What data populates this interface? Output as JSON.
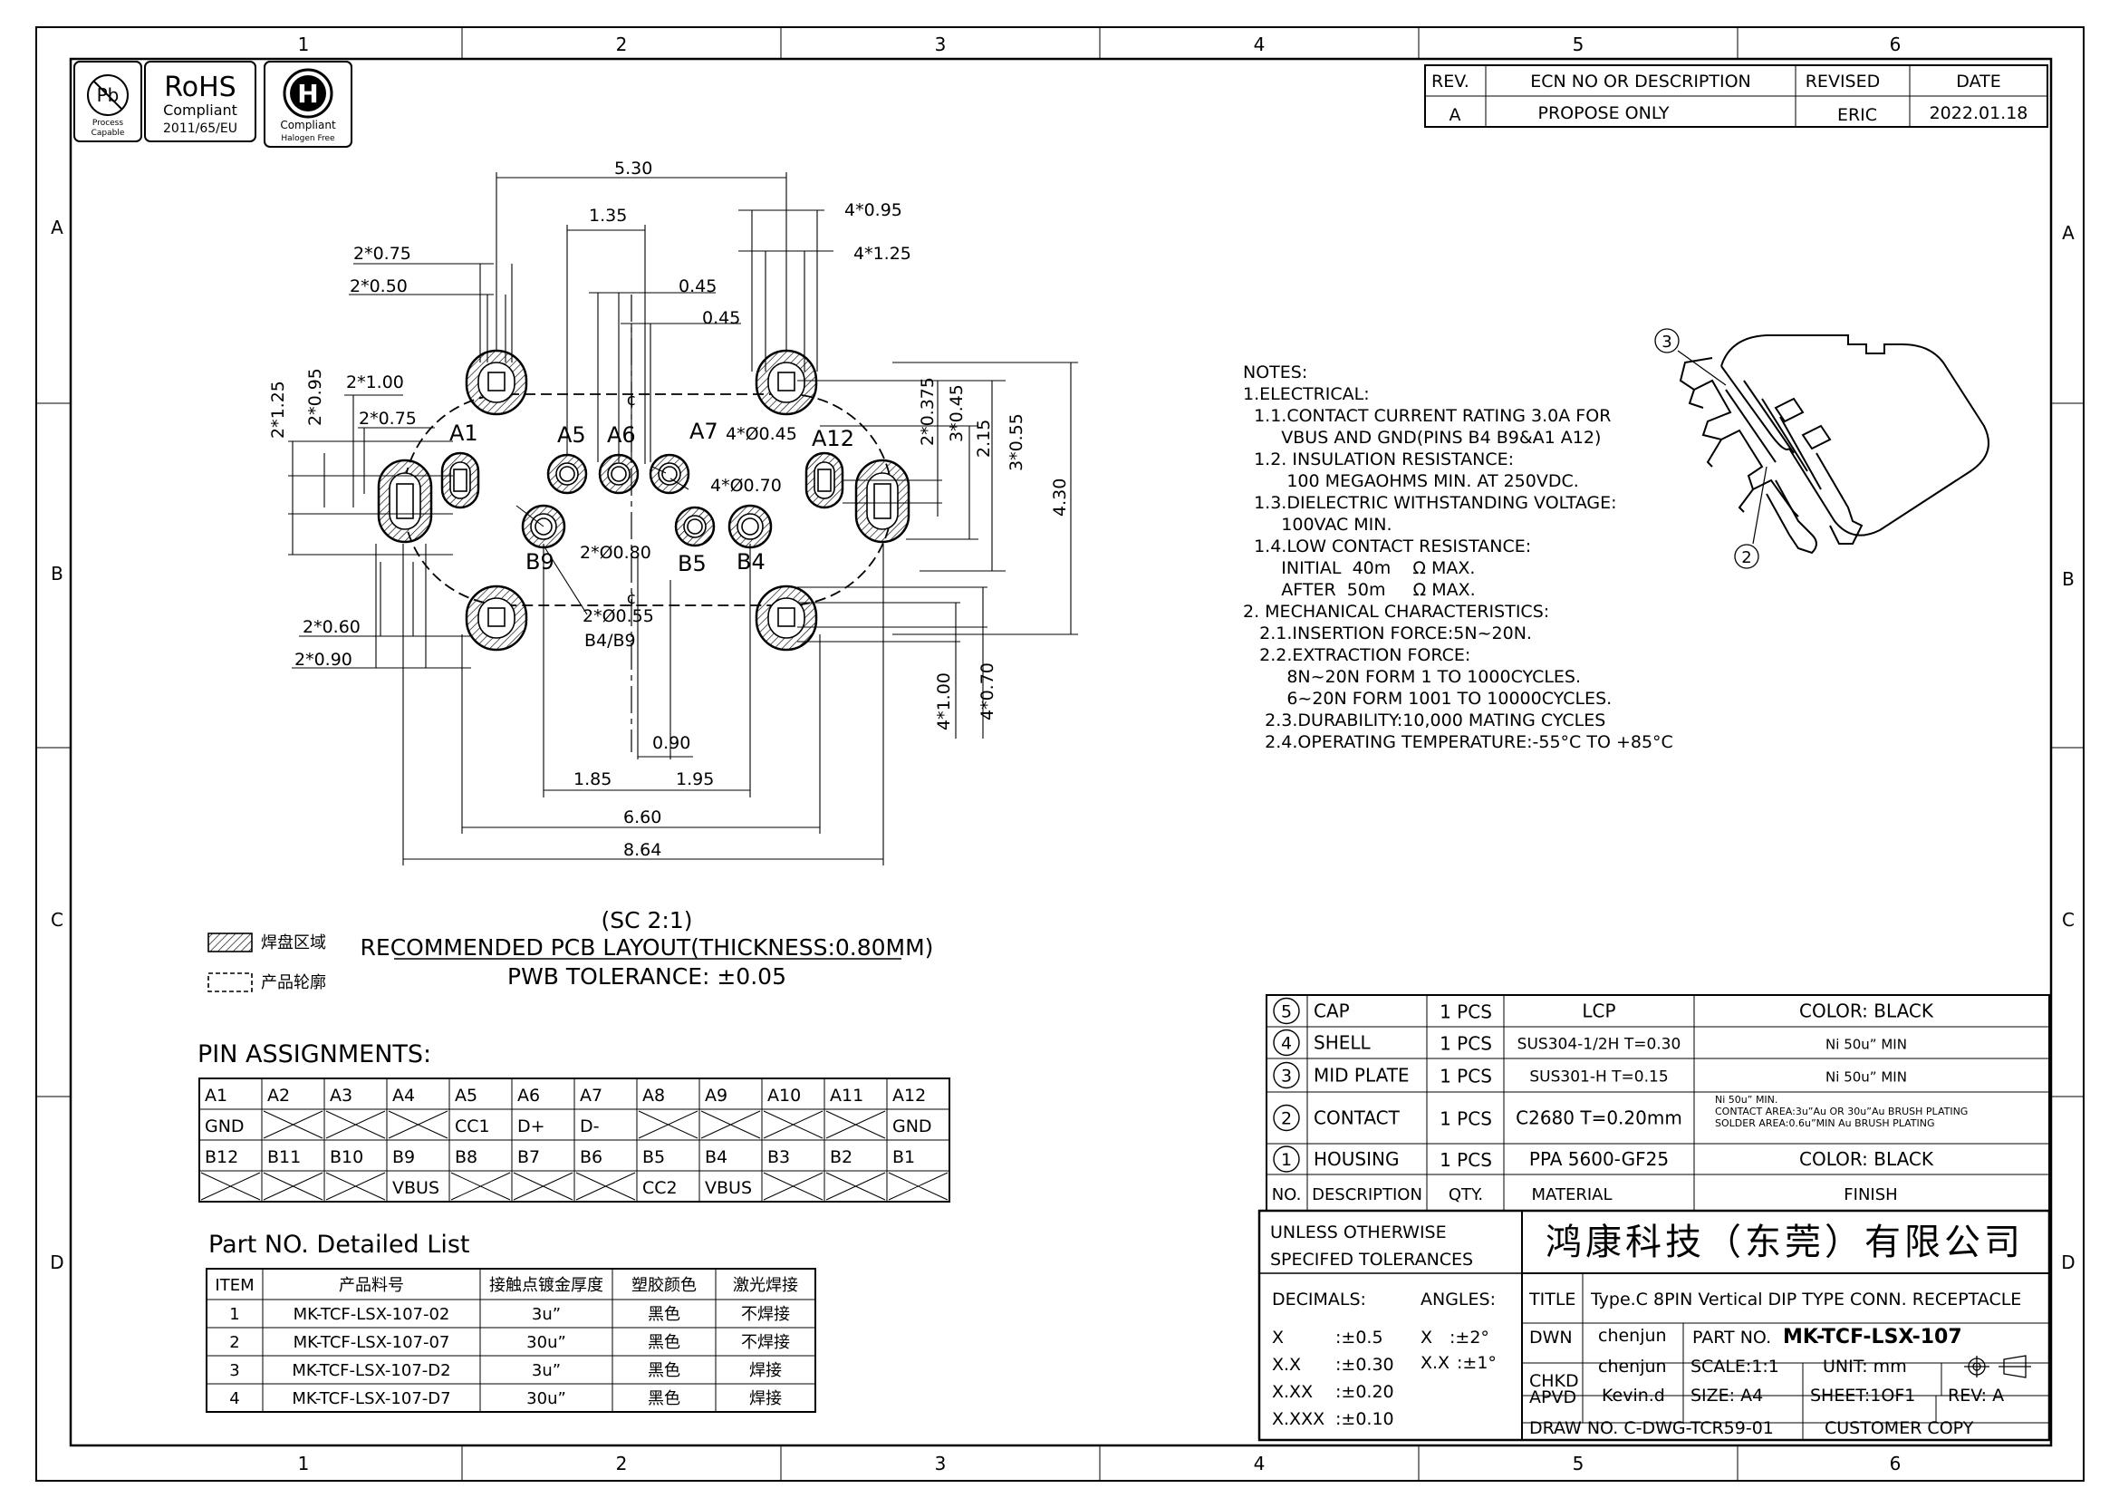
{
  "border": {
    "top_numbers": [
      "1",
      "2",
      "3",
      "4",
      "5",
      "6"
    ],
    "side_letters": [
      "A",
      "B",
      "C",
      "D"
    ]
  },
  "logos": {
    "pb": {
      "symbol": "Pb",
      "line1": "Process",
      "line2": "Capable"
    },
    "rohs": {
      "title": "RoHS",
      "line1": "Compliant",
      "line2": "2011/65/EU"
    },
    "halogen": {
      "symbol": "H",
      "line1": "Compliant",
      "line2": "Halogen Free"
    }
  },
  "revision_table": {
    "headers": [
      "REV.",
      "ECN NO OR DESCRIPTION",
      "REVISED",
      "DATE"
    ],
    "row": [
      "A",
      "PROPOSE ONLY",
      "ERIC",
      "2022.01.18"
    ]
  },
  "pcb_layout": {
    "dims": {
      "d_530": "5.30",
      "d_135": "1.35",
      "d_4x095": "4*0.95",
      "d_4x125": "4*1.25",
      "d_2x075_top": "2*0.75",
      "d_2x050": "2*0.50",
      "d_045a": "0.45",
      "d_045b": "0.45",
      "d_2x125": "2*1.25",
      "d_2x095": "2*0.95",
      "d_2x100": "2*1.00",
      "d_2x075": "2*0.75",
      "d_4x045": "4*Ø0.45",
      "d_4x070": "4*Ø0.70",
      "d_2x080": "2*Ø0.80",
      "d_2x055": "2*Ø0.55",
      "d_b4b9": "B4/B9",
      "d_2x0375": "2*0.375",
      "d_3x045": "3*0.45",
      "d_215": "2.15",
      "d_3x055": "3*0.55",
      "d_430": "4.30",
      "d_2x060": "2*0.60",
      "d_2x090": "2*0.90",
      "d_4x100": "4*1.00",
      "d_4x070b": "4*0.70",
      "d_090": "0.90",
      "d_185": "1.85",
      "d_195": "1.95",
      "d_660": "6.60",
      "d_864": "8.64"
    },
    "pin_labels": {
      "a1": "A1",
      "a5": "A5",
      "a6": "A6",
      "a7": "A7",
      "a12": "A12",
      "b9": "B9",
      "b5": "B5",
      "b4": "B4"
    },
    "centerline": "¢",
    "scale": "(SC 2:1)",
    "title": "RECOMMENDED PCB LAYOUT(THICKNESS:0.80MM)",
    "tolerance": "PWB TOLERANCE: ±0.05",
    "legend_pad": "焊盘区域",
    "legend_outline": "产品轮廓"
  },
  "notes": [
    "NOTES:",
    "1.ELECTRICAL:",
    "  1.1.CONTACT CURRENT RATING 3.0A FOR",
    "       VBUS AND GND(PINS B4 B9&A1 A12)",
    "  1.2. INSULATION RESISTANCE:",
    "        100 MEGAOHMS MIN. AT 250VDC.",
    "  1.3.DIELECTRIC WITHSTANDING VOLTAGE:",
    "       100VAC MIN.",
    "  1.4.LOW CONTACT RESISTANCE:",
    "       INITIAL  40m    Ω MAX.",
    "       AFTER  50m     Ω MAX.",
    "2. MECHANICAL CHARACTERISTICS:",
    "   2.1.INSERTION FORCE:5N~20N.",
    "   2.2.EXTRACTION FORCE:",
    "        8N~20N FORM 1 TO 1000CYCLES.",
    "        6~20N FORM 1001 TO 10000CYCLES.",
    "    2.3.DURABILITY:10,000 MATING CYCLES",
    "    2.4.OPERATING TEMPERATURE:-55°C TO +85°C"
  ],
  "iso_balloons": {
    "b3": "3",
    "b2": "2"
  },
  "pin_assignments": {
    "title": "PIN ASSIGNMENTS:",
    "rows": [
      [
        "A1",
        "A2",
        "A3",
        "A4",
        "A5",
        "A6",
        "A7",
        "A8",
        "A9",
        "A10",
        "A11",
        "A12"
      ],
      [
        "GND",
        "",
        "",
        "",
        "CC1",
        "D+",
        "D-",
        "",
        "",
        "",
        "",
        "GND"
      ],
      [
        "B12",
        "B11",
        "B10",
        "B9",
        "B8",
        "B7",
        "B6",
        "B5",
        "B4",
        "B3",
        "B2",
        "B1"
      ],
      [
        "",
        "",
        "",
        "VBUS",
        "",
        "",
        "",
        "CC2",
        "VBUS",
        "",
        "",
        ""
      ]
    ]
  },
  "part_list": {
    "title": "Part NO. Detailed List",
    "headers": [
      "ITEM",
      "产品料号",
      "接触点镀金厚度",
      "塑胶颜色",
      "激光焊接"
    ],
    "rows": [
      [
        "1",
        "MK-TCF-LSX-107-02",
        "3u”",
        "黑色",
        "不焊接"
      ],
      [
        "2",
        "MK-TCF-LSX-107-07",
        "30u”",
        "黑色",
        "不焊接"
      ],
      [
        "3",
        "MK-TCF-LSX-107-D2",
        "3u”",
        "黑色",
        "焊接"
      ],
      [
        "4",
        "MK-TCF-LSX-107-D7",
        "30u”",
        "黑色",
        "焊接"
      ]
    ]
  },
  "bom": {
    "rows": [
      {
        "no": "5",
        "desc": "CAP",
        "qty": "1  PCS",
        "material": "LCP",
        "finish": "COLOR:  BLACK"
      },
      {
        "no": "4",
        "desc": "SHELL",
        "qty": "1  PCS",
        "material": "SUS304-1/2H  T=0.30",
        "finish": "Ni  50u”  MIN"
      },
      {
        "no": "3",
        "desc": "MID  PLATE",
        "qty": "1  PCS",
        "material": "SUS301-H  T=0.15",
        "finish": "Ni  50u”  MIN"
      },
      {
        "no": "2",
        "desc": "CONTACT",
        "qty": "1  PCS",
        "material": "C2680  T=0.20mm",
        "finish_lines": [
          "Ni  50u”  MIN.",
          "CONTACT  AREA:3u”Au  OR  30u”Au  BRUSH  PLATING",
          "SOLDER  AREA:0.6u”MIN  Au  BRUSH  PLATING"
        ]
      },
      {
        "no": "1",
        "desc": "HOUSING",
        "qty": "1  PCS",
        "material": "PPA  5600-GF25",
        "finish": "COLOR:  BLACK"
      }
    ],
    "headers": [
      "NO.",
      "DESCRIPTION",
      "QTY.",
      "MATERIAL",
      "FINISH"
    ]
  },
  "title_block": {
    "tol_line1": "UNLESS  OTHERWISE",
    "tol_line2": "SPECIFED  TOLERANCES",
    "company": "鸿康科技（东莞）有限公司",
    "decimals_label": "DECIMALS:",
    "angles_label": "ANGLES:",
    "tolerances": [
      {
        "k": "X",
        "v": ":±0.5"
      },
      {
        "k": "X.X",
        "v": ":±0.30"
      },
      {
        "k": "X.XX",
        "v": ":±0.20"
      },
      {
        "k": "X.XXX",
        "v": ":±0.10"
      }
    ],
    "angles": [
      {
        "k": "X",
        "v": ":±2°"
      },
      {
        "k": "X.X",
        "v": ":±1°"
      }
    ],
    "title_label": "TITLE",
    "title_value": "Type.C  8PIN  Vertical  DIP  TYPE  CONN.  RECEPTACLE",
    "dwn_label": "DWN",
    "dwn_value": "chenjun",
    "chkd_label": "CHKD",
    "chkd_value": "chenjun",
    "apvd_label": "APVD",
    "apvd_value": "Kevin.d",
    "part_no_label": "PART  NO.",
    "part_no_value": "MK-TCF-LSX-107",
    "scale": "SCALE:1:1",
    "unit": "UNIT:   mm",
    "size": "SIZE:  A4",
    "sheet": "SHEET:1OF1",
    "rev": "REV:  A",
    "drawing_no": "DRAW  NO.  C-DWG-TCR59-01",
    "copy": "CUSTOMER  COPY"
  }
}
